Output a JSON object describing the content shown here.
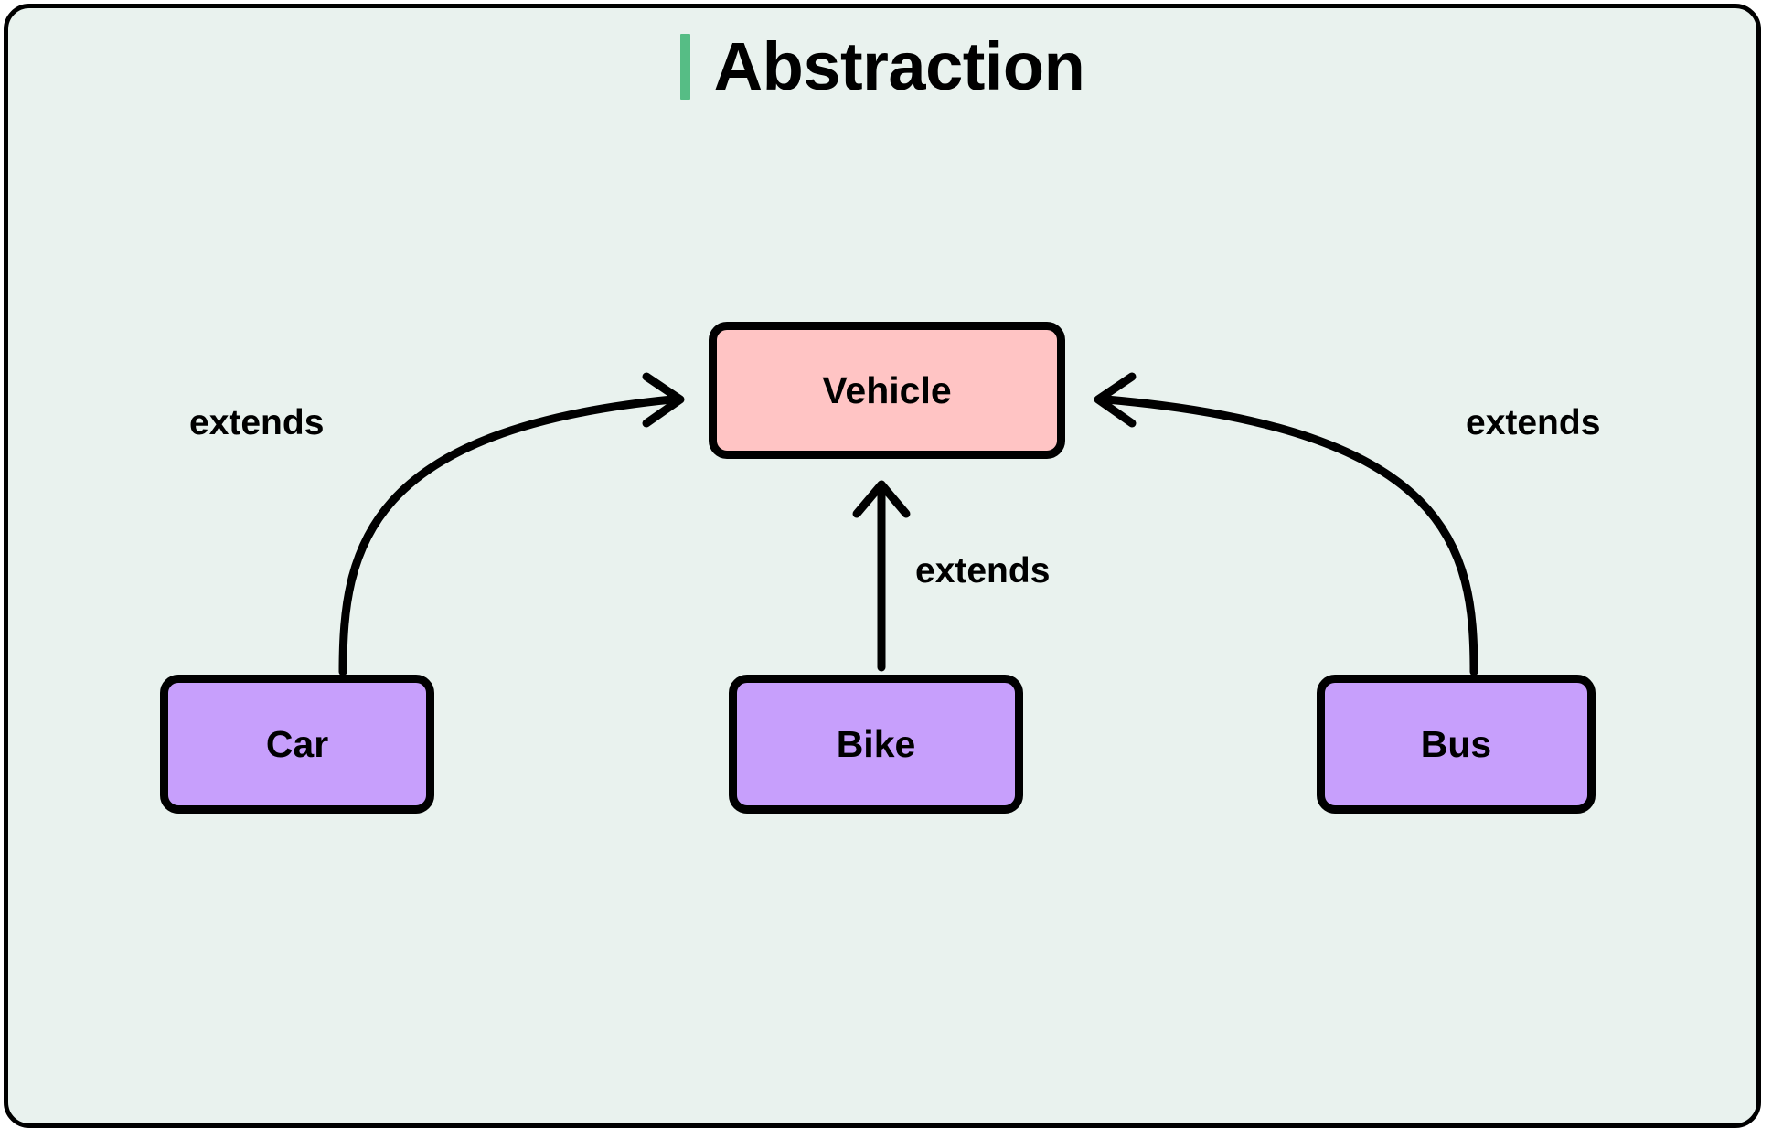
{
  "panel": {
    "background_color": "#e9f2ee",
    "border_color": "#000000"
  },
  "header": {
    "title": "Abstraction",
    "accent_bar_color": "#56bd85"
  },
  "diagram": {
    "type": "class-inheritance",
    "nodes": [
      {
        "id": "vehicle",
        "label": "Vehicle",
        "role": "superclass",
        "fill": "#ffc4c4"
      },
      {
        "id": "car",
        "label": "Car",
        "role": "subclass",
        "fill": "#c79ffc"
      },
      {
        "id": "bike",
        "label": "Bike",
        "role": "subclass",
        "fill": "#c79ffc"
      },
      {
        "id": "bus",
        "label": "Bus",
        "role": "subclass",
        "fill": "#c79ffc"
      }
    ],
    "edges": [
      {
        "id": "car-to-vehicle",
        "from": "car",
        "to": "vehicle",
        "label": "extends",
        "shape": "curved"
      },
      {
        "id": "bike-to-vehicle",
        "from": "bike",
        "to": "vehicle",
        "label": "extends",
        "shape": "straight"
      },
      {
        "id": "bus-to-vehicle",
        "from": "bus",
        "to": "vehicle",
        "label": "extends",
        "shape": "curved"
      }
    ]
  }
}
